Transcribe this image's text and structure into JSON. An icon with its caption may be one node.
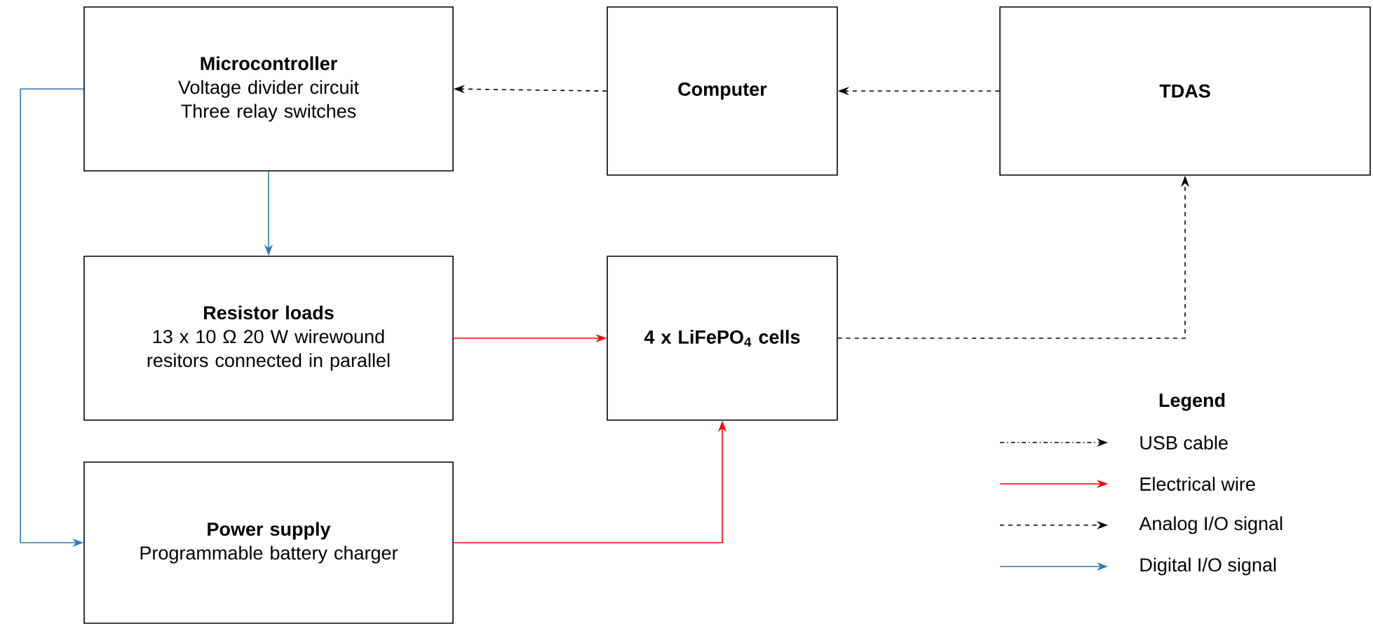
{
  "diagram": {
    "nodes": [
      {
        "text": [
          "Microcontroller",
          "Voltage divider circuit",
          "Three relay switches"
        ]
      },
      {
        "text": [
          "Computer"
        ]
      },
      {
        "text": [
          "TDAS"
        ]
      },
      {
        "text": [
          "Resistor loads",
          "13 x 10 Ω 20 W wirewound resitors connected in parallel"
        ]
      },
      {
        "text": [
          "4 x LiFePO$_{4}$ cells"
        ]
      },
      {
        "text": [
          "Power supply",
          "Programmable battery charger"
        ]
      }
    ],
    "edges": [
      {
        "from": 1,
        "to": 0,
        "arrow": "to",
        "style": "dashed"
      },
      {
        "from": 2,
        "to": 1,
        "arrow": "to",
        "style": "dashed"
      },
      {
        "from": 0,
        "to": 3,
        "arrow": "to",
        "color": "#2e75b6"
      },
      {
        "from": 0,
        "to": 5,
        "arrow": "to",
        "color": "#2e75b6"
      },
      {
        "from": 3,
        "to": 4,
        "arrow": "to",
        "color": "#ff0000"
      },
      {
        "from": 5,
        "to": 4,
        "arrow": "to",
        "color": "#ff0000"
      },
      {
        "from": 4,
        "to": 2,
        "arrow": "to",
        "style": "dashed"
      }
    ],
    "labels": [
      "Legend"
    ],
    "legend": [
      {
        "text": "USB cable"
      },
      {
        "text": "Electrical wire"
      },
      {
        "text": "Analog I/O signal"
      },
      {
        "text": "Digital I/O signal"
      }
    ]
  }
}
